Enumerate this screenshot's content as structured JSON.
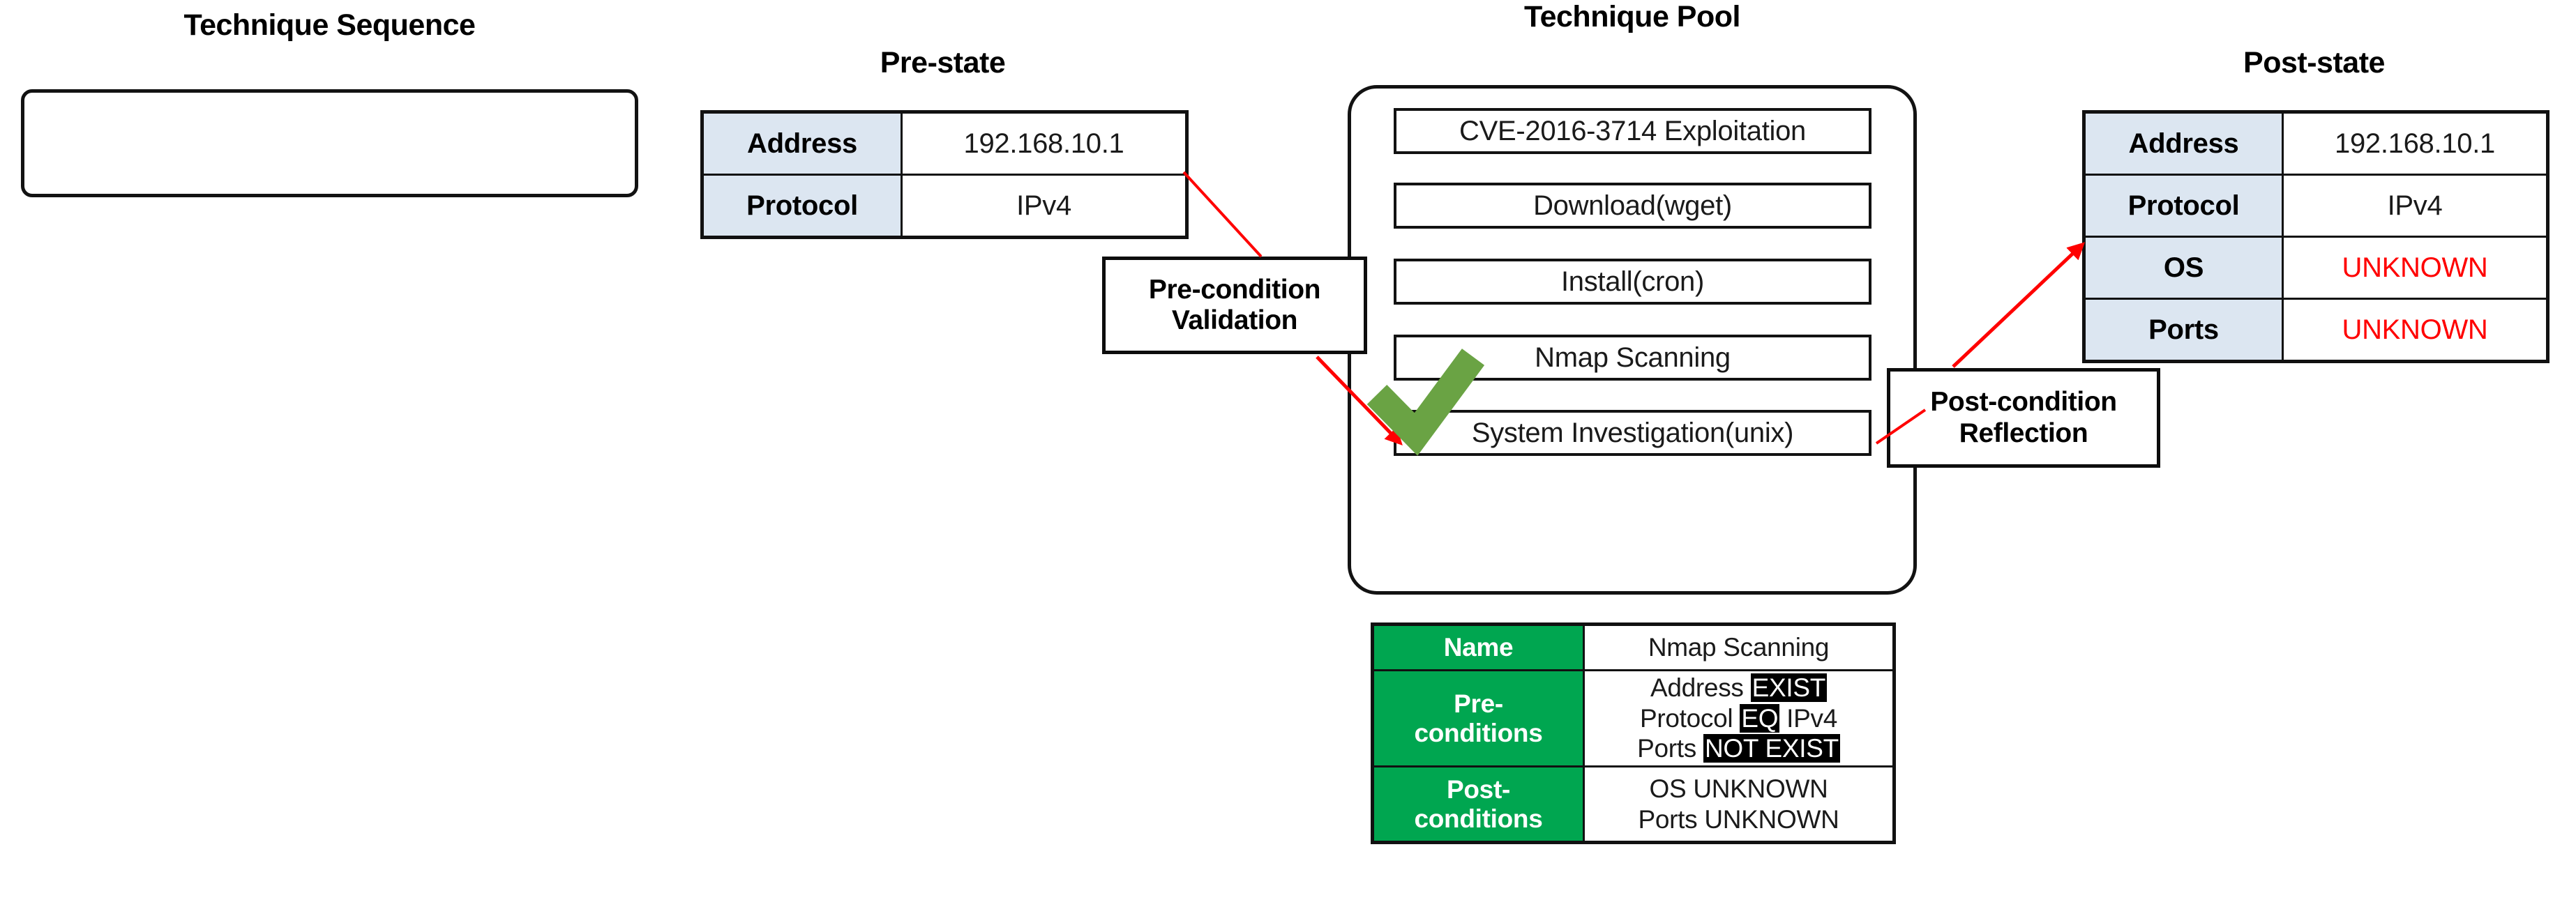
{
  "titles": {
    "sequence": "Technique Sequence",
    "pre_state": "Pre-state",
    "pool": "Technique Pool",
    "post_state": "Post-state"
  },
  "colors": {
    "header_cell": "#DCE6F1",
    "green_header": "#00A650",
    "unknown_red": "#FF0000",
    "arrow_red": "#FF0000",
    "check_green": "#6AA344",
    "outline": "#111111"
  },
  "sequence": {
    "items": []
  },
  "pre_state": {
    "rows": [
      {
        "key": "Address",
        "value": "192.168.10.1",
        "unknown": false
      },
      {
        "key": "Protocol",
        "value": "IPv4",
        "unknown": false
      }
    ]
  },
  "post_state": {
    "rows": [
      {
        "key": "Address",
        "value": "192.168.10.1",
        "unknown": false
      },
      {
        "key": "Protocol",
        "value": "IPv4",
        "unknown": false
      },
      {
        "key": "OS",
        "value": "UNKNOWN",
        "unknown": true
      },
      {
        "key": "Ports",
        "value": "UNKNOWN",
        "unknown": true
      }
    ]
  },
  "pool": {
    "techniques": [
      {
        "label": "CVE-2016-3714 Exploitation",
        "selected": false
      },
      {
        "label": "Download(wget)",
        "selected": false
      },
      {
        "label": "Install(cron)",
        "selected": false
      },
      {
        "label": "Nmap Scanning",
        "selected": true
      },
      {
        "label": "System Investigation(unix)",
        "selected": false
      }
    ]
  },
  "callouts": {
    "pre_validation": {
      "line1": "Pre-condition",
      "line2": "Validation"
    },
    "post_reflection": {
      "line1": "Post-condition",
      "line2": "Reflection"
    }
  },
  "technique_detail": {
    "rows": [
      {
        "key": "Name",
        "key_line1": "Name",
        "key_line2": "",
        "lines": [
          {
            "parts": [
              {
                "text": "Nmap Scanning",
                "highlight": false
              }
            ]
          }
        ]
      },
      {
        "key": "Pre-conditions",
        "key_line1": "Pre-",
        "key_line2": "conditions",
        "lines": [
          {
            "parts": [
              {
                "text": "Address ",
                "highlight": false
              },
              {
                "text": "EXIST",
                "highlight": true
              }
            ]
          },
          {
            "parts": [
              {
                "text": "Protocol ",
                "highlight": false
              },
              {
                "text": "EQ",
                "highlight": true
              },
              {
                "text": " IPv4",
                "highlight": false
              }
            ]
          },
          {
            "parts": [
              {
                "text": "Ports ",
                "highlight": false
              },
              {
                "text": "NOT EXIST",
                "highlight": true
              }
            ]
          }
        ]
      },
      {
        "key": "Post-conditions",
        "key_line1": "Post-",
        "key_line2": "conditions",
        "lines": [
          {
            "parts": [
              {
                "text": "OS UNKNOWN",
                "highlight": false
              }
            ]
          },
          {
            "parts": [
              {
                "text": "Ports UNKNOWN",
                "highlight": false
              }
            ]
          }
        ]
      }
    ]
  },
  "markers": {
    "selection_check": "check-mark",
    "pre_arrow": "red-arrow-pre-state-to-technique",
    "post_arrow": "red-arrow-technique-to-post-state"
  }
}
